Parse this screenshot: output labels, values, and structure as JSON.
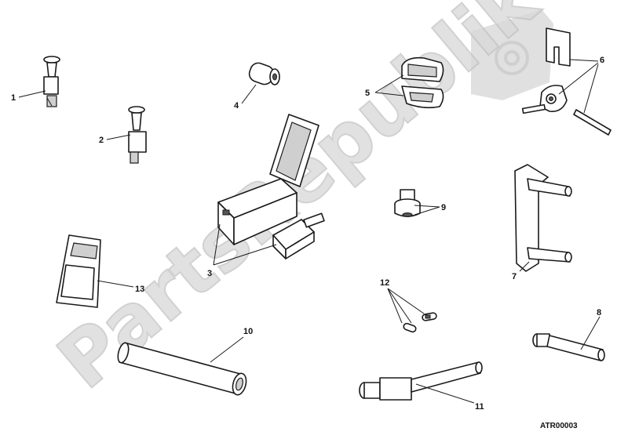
{
  "watermark": {
    "text": "PartsRepublik",
    "gear_icon": "gear-icon"
  },
  "reference_code": "ATR00003",
  "callouts": {
    "c1": "1",
    "c2": "2",
    "c3": "3",
    "c4": "4",
    "c5": "5",
    "c6": "6",
    "c7": "7",
    "c8": "8",
    "c9": "9",
    "c10": "10",
    "c11": "11",
    "c12": "12",
    "c13": "13"
  }
}
